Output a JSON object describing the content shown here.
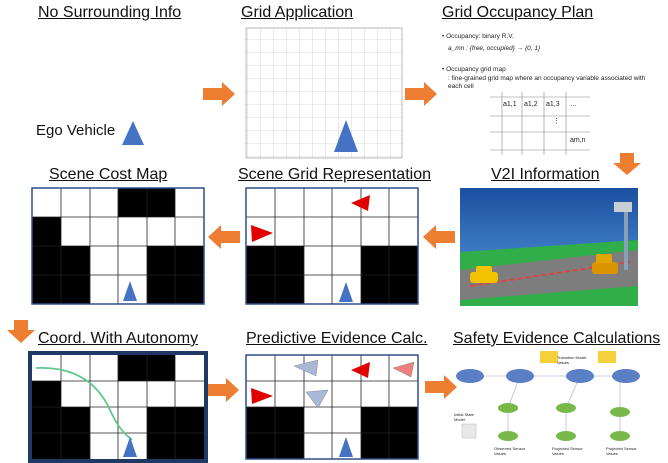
{
  "panels": {
    "no_surrounding": {
      "title": "No Surrounding Info",
      "ego_label": "Ego Vehicle"
    },
    "grid_application": {
      "title": "Grid Application"
    },
    "grid_occupancy_plan": {
      "title": "Grid Occupancy Plan",
      "bullet1": "• Occupancy: binary R.V.",
      "formula": "a_mn : {free, occupied} → {0, 1}",
      "bullet2": "• Occupancy grid map",
      "bullet2_sub": ": fine-grained grid map where an occupancy variable associated with each cell",
      "cells": [
        "a1,1",
        "a1,2",
        "a1,3",
        "…",
        "⋮",
        "am,n"
      ]
    },
    "v2i": {
      "title": "V2I Information"
    },
    "scene_grid": {
      "title": "Scene Grid Representation"
    },
    "scene_cost": {
      "title": "Scene Cost Map"
    },
    "coord": {
      "title": "Coord. With Autonomy"
    },
    "predictive": {
      "title": "Predictive Evidence Calc."
    },
    "safety": {
      "title": "Safety Evidence Calculations",
      "labels": [
        "Transition Model Values",
        "Initial State Model",
        "Observed Sensor Values",
        "Projected Sensor Values",
        "Projected Sensor Values"
      ]
    }
  },
  "colors": {
    "arrow": "#ED7D31",
    "ego": "#4472C4",
    "red_vehicle": "#E00000",
    "navy_frame": "#1F3864",
    "path": "#5FC88A",
    "panel_border": "#2E4F8A"
  }
}
